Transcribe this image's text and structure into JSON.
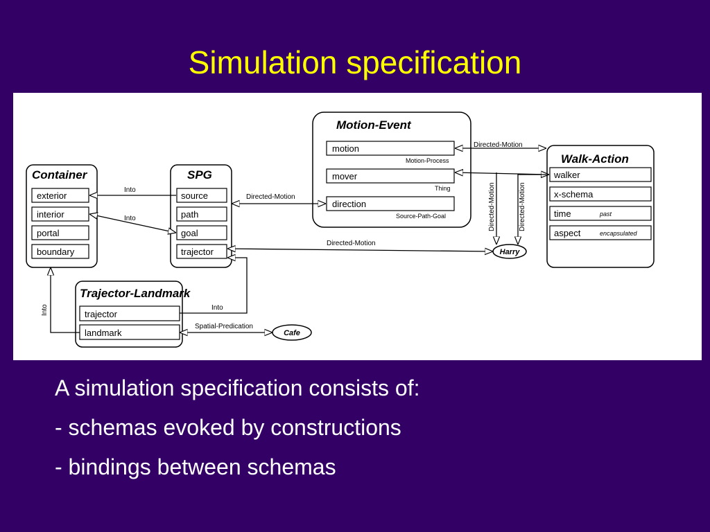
{
  "title": "Simulation specification",
  "diagram": {
    "container": {
      "title": "Container",
      "slots": [
        "exterior",
        "interior",
        "portal",
        "boundary"
      ]
    },
    "spg": {
      "title": "SPG",
      "slots": [
        "source",
        "path",
        "goal",
        "trajector"
      ]
    },
    "motion_event": {
      "title": "Motion-Event",
      "slots": [
        "motion",
        "mover",
        "direction"
      ],
      "notes": [
        "Motion-Process",
        "Thing",
        "Source-Path-Goal"
      ]
    },
    "walk_action": {
      "title": "Walk-Action",
      "slots": [
        "walker",
        "x-schema",
        "time",
        "aspect"
      ],
      "values": [
        "past",
        "encapsulated"
      ]
    },
    "trajector_landmark": {
      "title": "Trajector-Landmark",
      "slots": [
        "trajector",
        "landmark"
      ]
    },
    "harry": "Harry",
    "cafe": "Cafe",
    "edges": {
      "into_exterior_source": "Into",
      "into_interior_goal": "Into",
      "into_landmark_boundary": "Into",
      "into_trajector_landmark": "Into",
      "directed_motion_spg": "Directed-Motion",
      "directed_motion_walk": "Directed-Motion",
      "directed_motion_harry_trajector": "Directed-Motion",
      "directed_motion_harry_mover": "Directed-Motion",
      "directed_motion_harry_walker": "Directed-Motion",
      "spatial_predication": "Spatial-Predication"
    }
  },
  "body": {
    "intro": "A simulation specification consists of:",
    "bullets": [
      "- schemas evoked by constructions",
      "- bindings between schemas"
    ]
  }
}
